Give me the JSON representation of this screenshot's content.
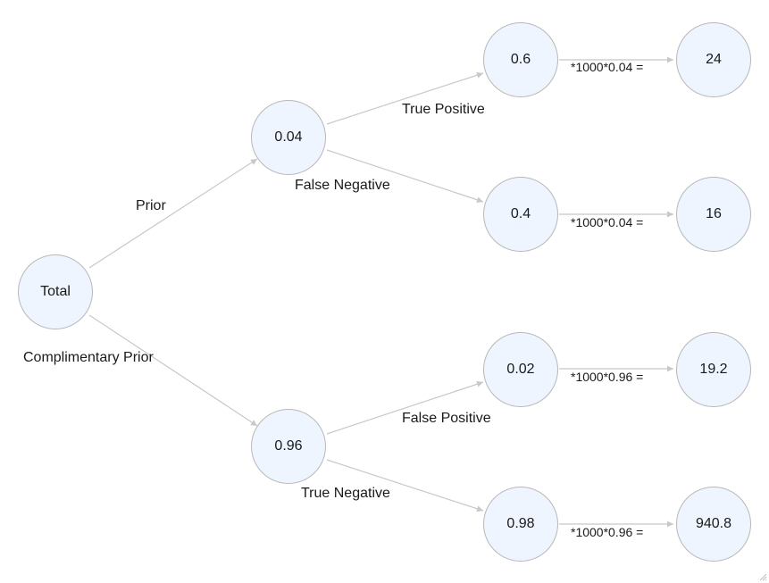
{
  "nodes": {
    "total": "Total",
    "prior": "0.04",
    "complement": "0.96",
    "true_positive_rate": "0.6",
    "false_negative_rate": "0.4",
    "false_positive_rate": "0.02",
    "true_negative_rate": "0.98",
    "count_tp": "24",
    "count_fn": "16",
    "count_fp": "19.2",
    "count_tn": "940.8"
  },
  "edge_labels": {
    "prior": "Prior",
    "complimentary_prior": "Complimentary Prior",
    "true_positive": "True Positive",
    "false_negative": "False Negative",
    "false_positive": "False Positive",
    "true_negative": "True Negative",
    "calc_tp": "*1000*0.04 =",
    "calc_fn": "*1000*0.04 =",
    "calc_fp": "*1000*0.96 =",
    "calc_tn": "*1000*0.96 ="
  },
  "colors": {
    "node_fill": "#eef5fe",
    "node_stroke": "#b8b8b8",
    "edge": "#c8c8c8"
  }
}
